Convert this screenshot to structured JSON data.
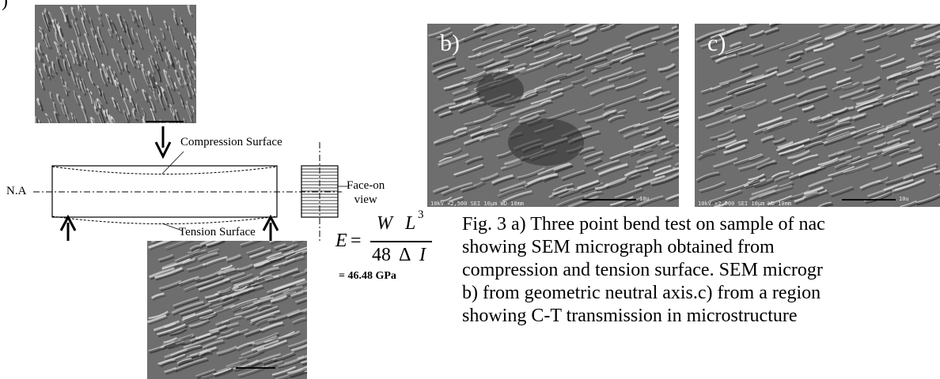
{
  "panel_a": {
    "letter": ")",
    "labels": {
      "compression": "Compression Surface",
      "tension": "Tension Surface",
      "neutral_axis": "N.A",
      "face_on_line1": "Face-on",
      "face_on_line2": "view"
    },
    "formula": {
      "lhs": "E",
      "eq": "=",
      "num_w": "W",
      "num_l": "L",
      "num_exp": "3",
      "den_48": "48",
      "den_delta": "Δ",
      "den_i": "I",
      "result": "= 46.48 GPa"
    }
  },
  "panel_b": {
    "letter": "b)"
  },
  "panel_c": {
    "letter": "c)"
  },
  "sem_footer": "10kV  ×2,500  SEI  10µm  WD 10mm",
  "sem_scale": "10u",
  "caption_lines": [
    "Fig. 3 a) Three point bend test on sample of nac",
    "showing SEM micrograph obtained from",
    "compression and tension surface. SEM microgr",
    "b) from geometric neutral axis.c) from a region",
    "showing C-T transmission in microstructure"
  ],
  "colors": {
    "sem_base": "#6e6e6e",
    "sem_light": "#d9d9d9",
    "sem_dark": "#2a2a2a"
  }
}
